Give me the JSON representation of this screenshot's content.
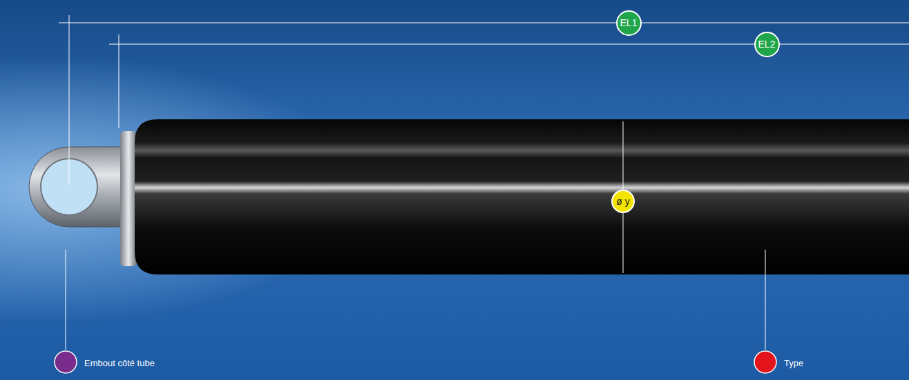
{
  "diagram": {
    "nodes": [
      {
        "text": [
          "EL1"
        ]
      },
      {
        "text": [
          "EL2"
        ]
      },
      {
        "text": [
          "ø y"
        ]
      }
    ],
    "labels": [
      "Embout côté tube",
      "Type"
    ]
  }
}
